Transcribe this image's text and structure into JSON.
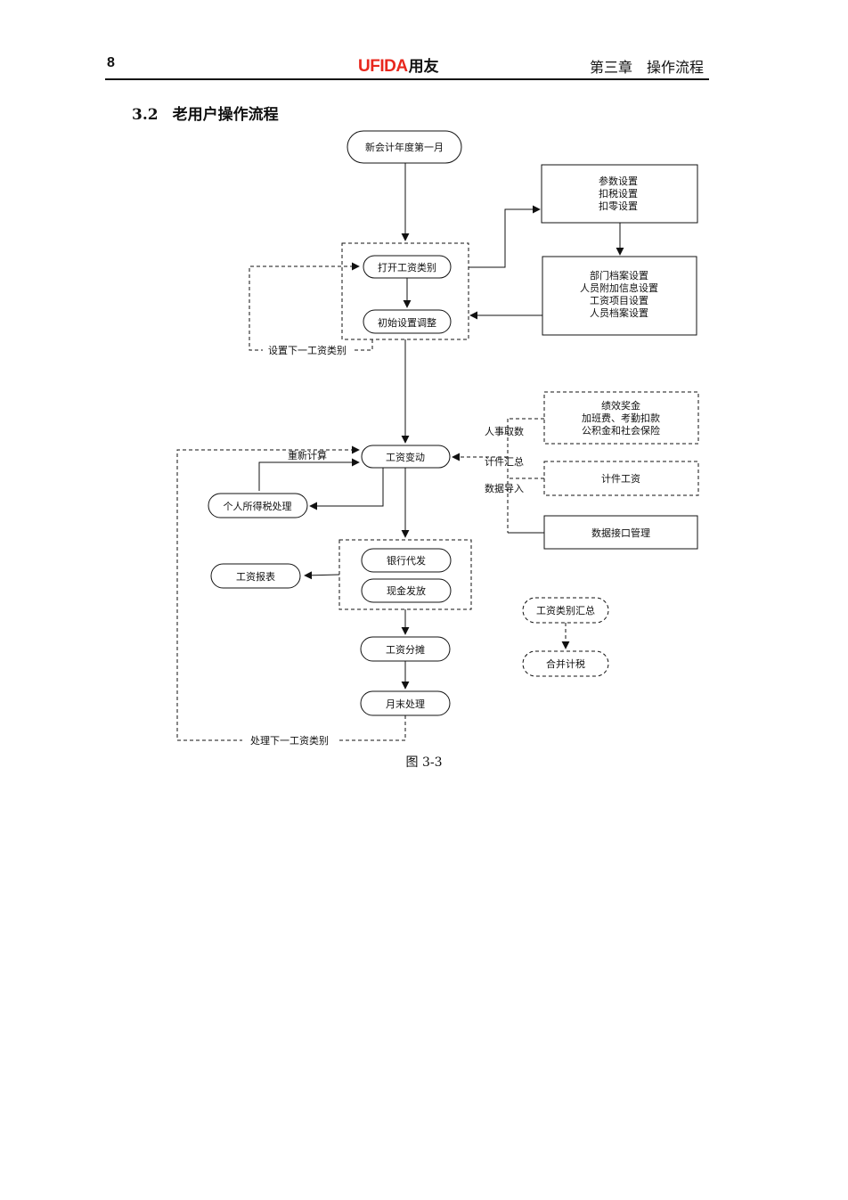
{
  "header": {
    "page_number": "8",
    "logo_brand": "UFIDA",
    "logo_cn": "用友",
    "chapter": "第三章　操作流程"
  },
  "section": {
    "number": "3.2",
    "title": "老用户操作流程"
  },
  "flow": {
    "start": "新会计年度第一月",
    "open_category": "打开工资类别",
    "initial_adjust": "初始设置调整",
    "settings_box": [
      "参数设置",
      "扣税设置",
      "扣零设置"
    ],
    "archive_box": [
      "部门档案设置",
      "人员附加信息设置",
      "工资项目设置",
      "人员档案设置"
    ],
    "next_category_setup": "设置下一工资类别",
    "salary_change": "工资变动",
    "recalc": "重新计算",
    "income_tax": "个人所得税处理",
    "hr_fetch": "人事取数",
    "piece_summary": "计件汇总",
    "data_import": "数据导入",
    "hr_box": [
      "绩效奖金",
      "加班费、考勤扣款",
      "公积金和社会保险"
    ],
    "piece_wage": "计件工资",
    "data_interface": "数据接口管理",
    "bank": "银行代发",
    "cash": "现金发放",
    "report": "工资报表",
    "allocation": "工资分摊",
    "month_end": "月末处理",
    "category_summary": "工资类别汇总",
    "merge_tax": "合并计税",
    "next_category_process": "处理下一工资类别"
  },
  "caption": "图 3-3"
}
